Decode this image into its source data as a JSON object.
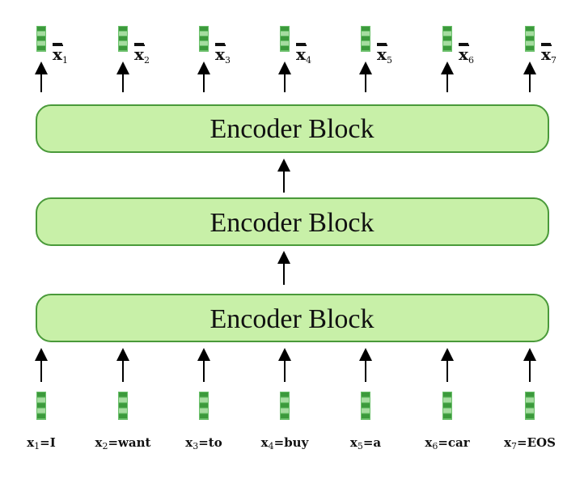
{
  "colors": {
    "block_fill": "#c8f0a8",
    "block_stroke": "#4a9a3a",
    "vector_dark": "#3c9a3c",
    "vector_mid": "#6cc06c",
    "vector_light": "#a6dca0",
    "arrow": "#000000"
  },
  "encoder_blocks": [
    {
      "label": "Encoder Block"
    },
    {
      "label": "Encoder Block"
    },
    {
      "label": "Encoder Block"
    }
  ],
  "outputs": [
    {
      "base": "x",
      "sub": "1"
    },
    {
      "base": "x",
      "sub": "2"
    },
    {
      "base": "x",
      "sub": "3"
    },
    {
      "base": "x",
      "sub": "4"
    },
    {
      "base": "x",
      "sub": "5"
    },
    {
      "base": "x",
      "sub": "6"
    },
    {
      "base": "x",
      "sub": "7"
    }
  ],
  "inputs": [
    {
      "base": "x",
      "sub": "1",
      "token": "=I"
    },
    {
      "base": "x",
      "sub": "2",
      "token": "=want"
    },
    {
      "base": "x",
      "sub": "3",
      "token": "=to"
    },
    {
      "base": "x",
      "sub": "4",
      "token": "=buy"
    },
    {
      "base": "x",
      "sub": "5",
      "token": "=a"
    },
    {
      "base": "x",
      "sub": "6",
      "token": "=car"
    },
    {
      "base": "x",
      "sub": "7",
      "token": "=EOS"
    }
  ]
}
